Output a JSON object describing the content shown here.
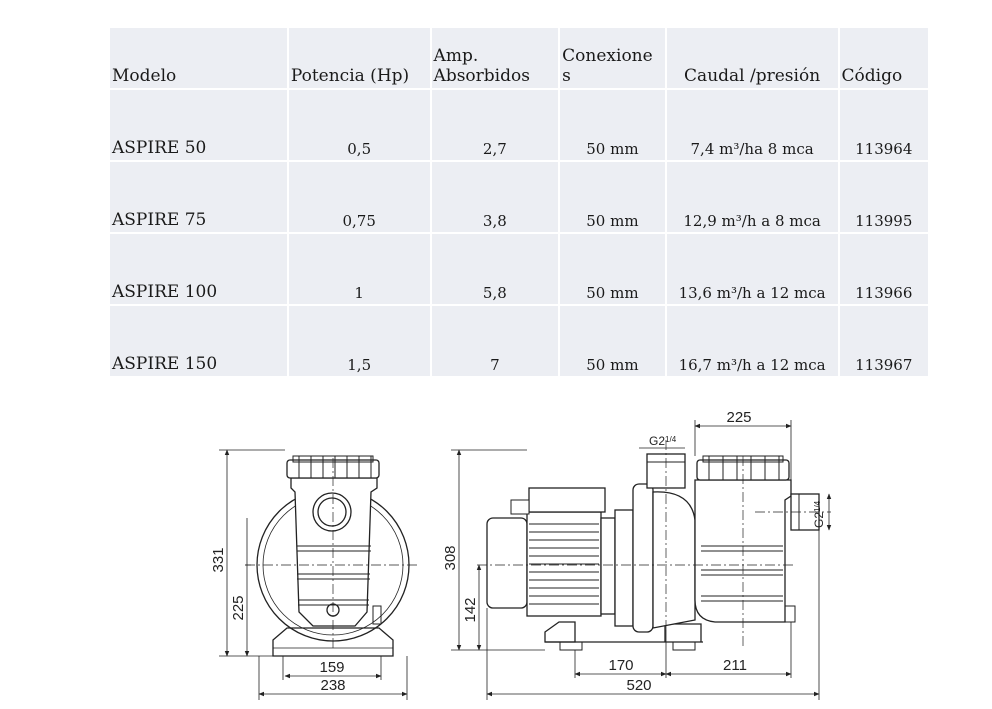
{
  "table": {
    "headers": {
      "modelo": "Modelo",
      "potencia": "Potencia (Hp)",
      "amp_line1": "Amp.",
      "amp_line2": "Absorbidos",
      "con_line1": "Conexione",
      "con_line2": "s",
      "caudal": "Caudal /presión",
      "codigo": "Código"
    },
    "rows": [
      {
        "modelo": "ASPIRE  50",
        "potencia": "0,5",
        "amp": "2,7",
        "conexiones": "50 mm",
        "caudal": "7,4 m³/ha 8 mca",
        "codigo": "113964"
      },
      {
        "modelo": "ASPIRE 75",
        "potencia": "0,75",
        "amp": "3,8",
        "conexiones": "50 mm",
        "caudal": "12,9 m³/h a 8 mca",
        "codigo": "113995"
      },
      {
        "modelo": "ASPIRE 100",
        "potencia": "1",
        "amp": "5,8",
        "conexiones": "50 mm",
        "caudal": "13,6 m³/h a 12 mca",
        "codigo": "113966"
      },
      {
        "modelo": "ASPIRE 150",
        "potencia": "1,5",
        "amp": "7",
        "conexiones": "50 mm",
        "caudal": "16,7 m³/h a 12 mca",
        "codigo": "113967"
      }
    ]
  },
  "drawing": {
    "front": {
      "height_total": "331",
      "height_axis": "225",
      "base_inner": "159",
      "base_outer": "238"
    },
    "side": {
      "top_width": "225",
      "inlet_thread": "G2",
      "outlet_thread": "G2",
      "thread_fraction": "1/4",
      "height_total": "308",
      "height_axis": "142",
      "dim_motor": "170",
      "dim_pump": "211",
      "length_total": "520"
    }
  }
}
